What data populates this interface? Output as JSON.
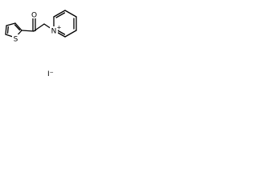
{
  "molecule": {
    "atoms": {
      "oxygen": "O",
      "sulfur": "S",
      "nitrogen": "N",
      "nitrogen_charge": "+"
    },
    "counter_ion": {
      "symbol": "I",
      "charge": "−"
    }
  }
}
